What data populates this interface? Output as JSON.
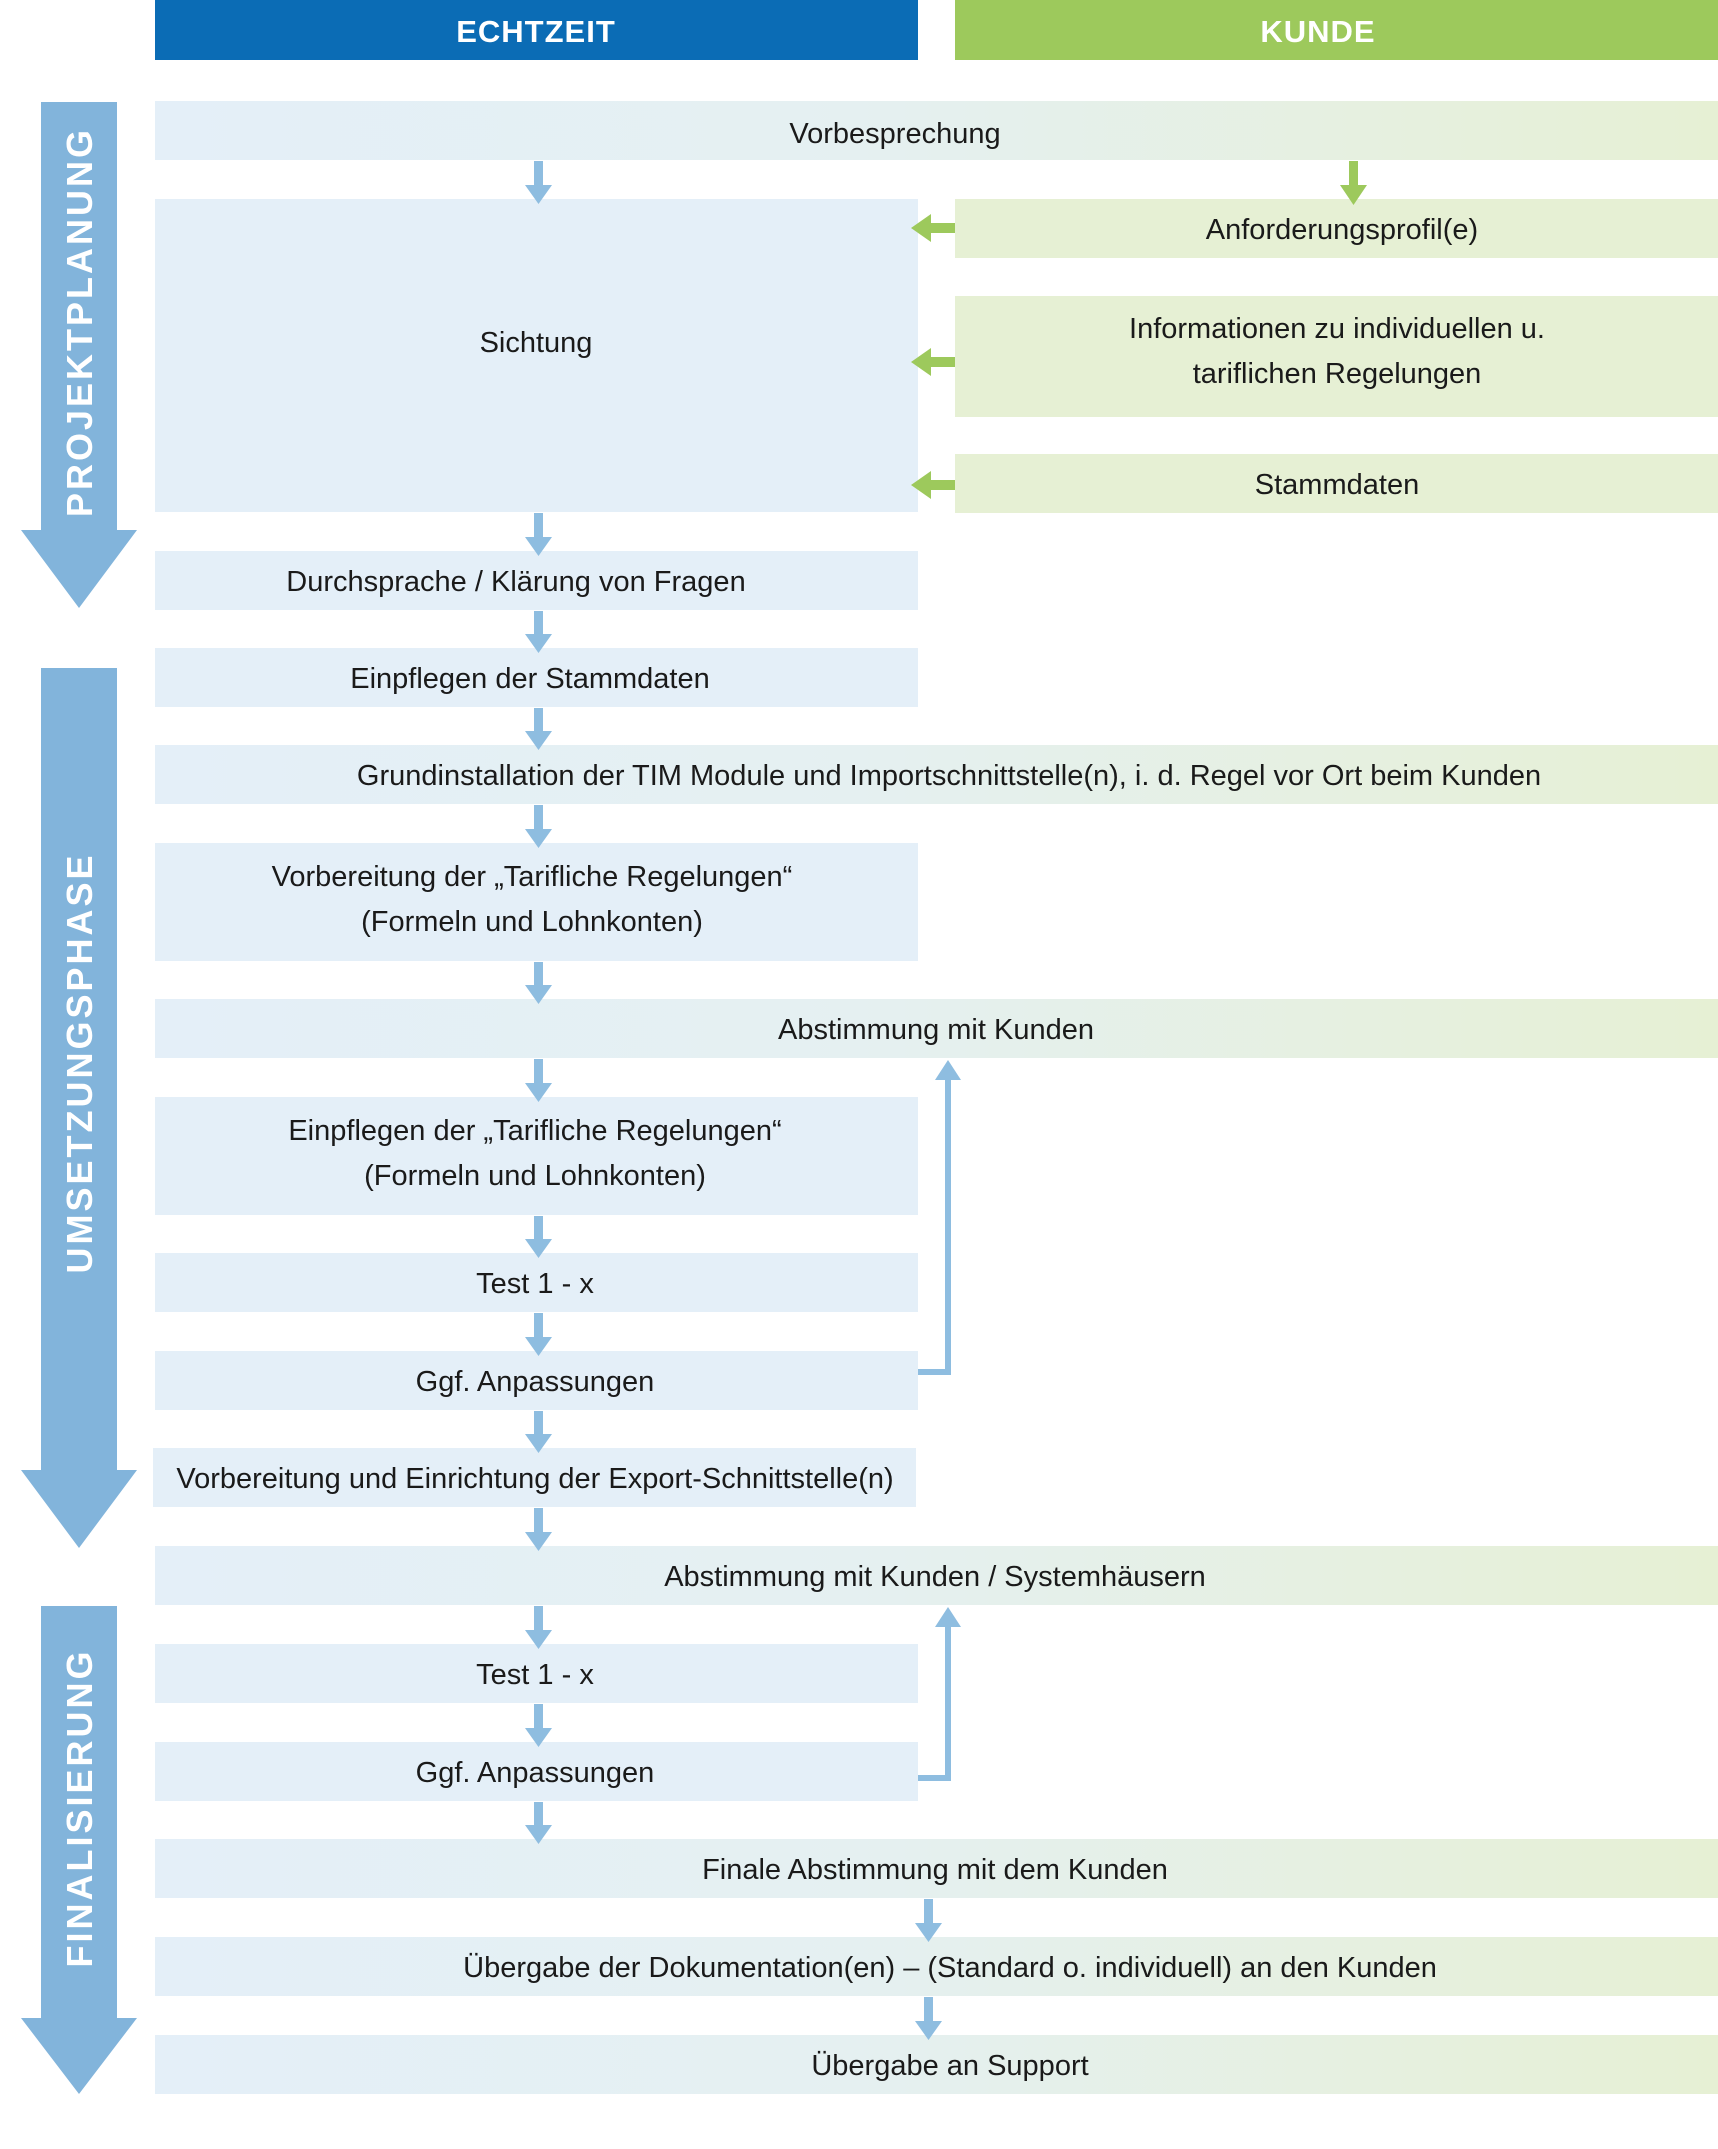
{
  "colors": {
    "echtzeit_header": "#0b6cb5",
    "kunde_header": "#9dc95c",
    "echtzeit_box": "#e4eff8",
    "kunde_box": "#e6f0d4",
    "blue_arrow": "#8ebde0",
    "green_arrow": "#9dc95c",
    "phase_arrow": "#82b4db"
  },
  "columns": {
    "echtzeit": "ECHTZEIT",
    "kunde": "KUNDE"
  },
  "phases": {
    "projektplanung": "PROJEKTPLANUNG",
    "umsetzung": "UMSETZUNGSPHASE",
    "finalisierung": "FINALISIERUNG"
  },
  "steps": {
    "vorbesprechung": "Vorbesprechung",
    "anforderungsprofil": "Anforderungsprofil(e)",
    "sichtung": "Sichtung",
    "informationen": [
      "Informationen zu individuellen u.",
      "tariflichen Regelungen"
    ],
    "stammdaten": "Stammdaten",
    "durchsprache": "Durchsprache / Klärung von Fragen",
    "einpflegen_stammdaten": "Einpflegen der Stammdaten",
    "grundinstallation": "Grundinstallation der TIM Module und Importschnittstelle(n), i. d. Regel vor Ort beim Kunden",
    "vorbereitung_tarif": [
      "Vorbereitung der „Tarifliche Regelungen“",
      "(Formeln und Lohnkonten)"
    ],
    "abstimmung_kunden": "Abstimmung mit Kunden",
    "einpflegen_tarif": [
      "Einpflegen der „Tarifliche Regelungen“",
      "(Formeln und Lohnkonten)"
    ],
    "test_1": "Test 1 - x",
    "anpassungen_1": "Ggf. Anpassungen",
    "export_schnittstelle": "Vorbereitung und Einrichtung der Export-Schnittstelle(n)",
    "abstimmung_systemhaeuser": "Abstimmung mit Kunden / Systemhäusern",
    "test_2": "Test 1 - x",
    "anpassungen_2": "Ggf. Anpassungen",
    "finale_abstimmung": "Finale Abstimmung mit dem Kunden",
    "uebergabe_dokumentation": "Übergabe der Dokumentation(en) – (Standard o. individuell) an den Kunden",
    "uebergabe_support": "Übergabe an Support"
  }
}
